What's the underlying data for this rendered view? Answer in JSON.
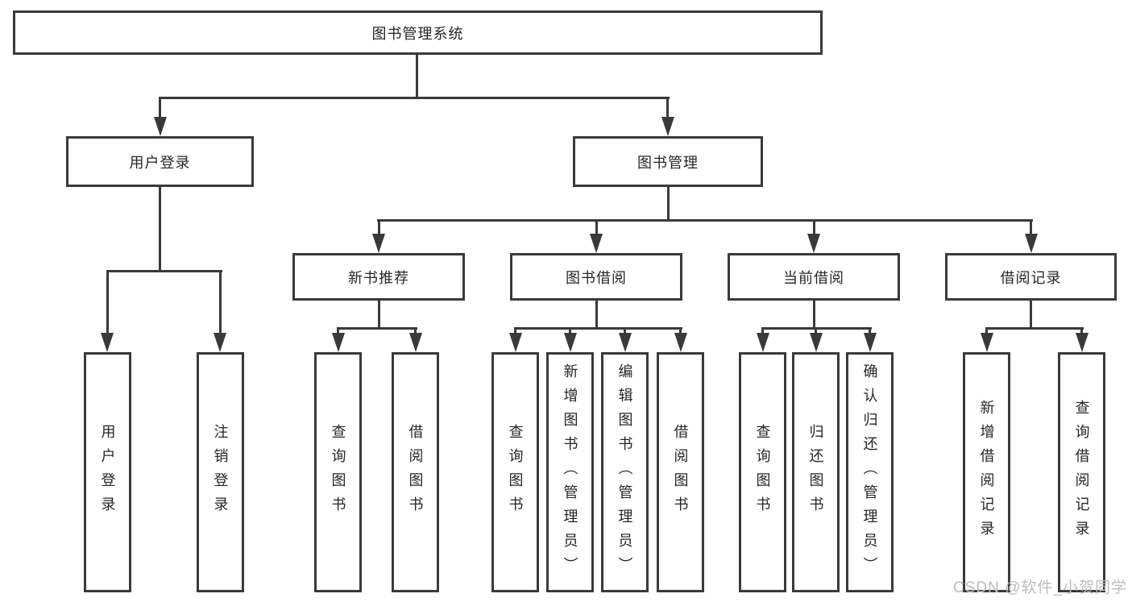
{
  "tree": {
    "label": "图书管理系统",
    "children": [
      {
        "label": "用户登录",
        "children": [
          {
            "label": "用户登录"
          },
          {
            "label": "注销登录"
          }
        ]
      },
      {
        "label": "图书管理",
        "children": [
          {
            "label": "新书推荐",
            "children": [
              {
                "label": "查询图书"
              },
              {
                "label": "借阅图书"
              }
            ]
          },
          {
            "label": "图书借阅",
            "children": [
              {
                "label": "查询图书"
              },
              {
                "label": "新增图书（管理员）"
              },
              {
                "label": "编辑图书（管理员）"
              },
              {
                "label": "借阅图书"
              }
            ]
          },
          {
            "label": "当前借阅",
            "children": [
              {
                "label": "查询图书"
              },
              {
                "label": "归还图书"
              },
              {
                "label": "确认归还（管理员）"
              }
            ]
          },
          {
            "label": "借阅记录",
            "children": [
              {
                "label": "新增借阅记录"
              },
              {
                "label": "查询借阅记录"
              }
            ]
          }
        ]
      }
    ]
  },
  "watermark": {
    "text": "CSDN @软件_小贺同学"
  },
  "colors": {
    "line": "#3a3a3a",
    "text": "#262626",
    "background": "#ffffff",
    "watermark": "#bcbcbc"
  }
}
